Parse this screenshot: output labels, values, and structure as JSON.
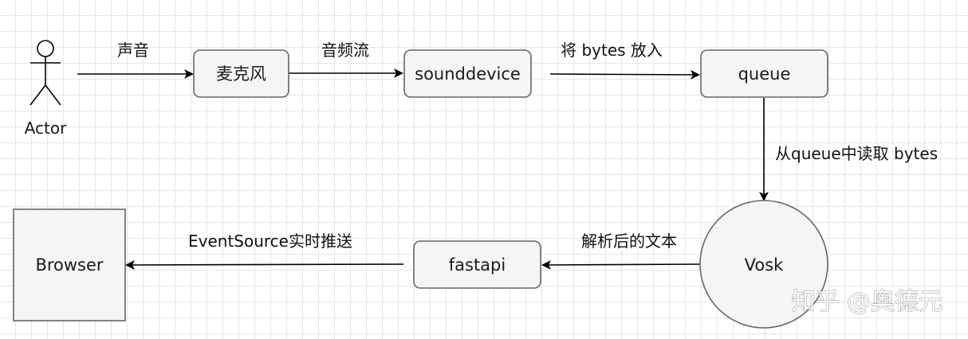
{
  "diagram": {
    "actor": {
      "label": "Actor"
    },
    "nodes": {
      "microphone": "麦克风",
      "sounddevice": "sounddevice",
      "queue": "queue",
      "vosk": "Vosk",
      "fastapi": "fastapi",
      "browser": "Browser"
    },
    "edges": {
      "actor_to_microphone": "声音",
      "microphone_to_sounddevice": "音频流",
      "sounddevice_to_queue": "将 bytes 放入",
      "queue_to_vosk": "从queue中读取 bytes",
      "vosk_to_fastapi": "解析后的文本",
      "fastapi_to_browser": "EventSource实时推送"
    },
    "colors": {
      "node_fill": "#f5f5f5",
      "node_stroke": "#666666",
      "edge": "#000000",
      "grid": "#e6e6e6"
    }
  },
  "watermark": {
    "text": "知乎 @奥德元"
  }
}
